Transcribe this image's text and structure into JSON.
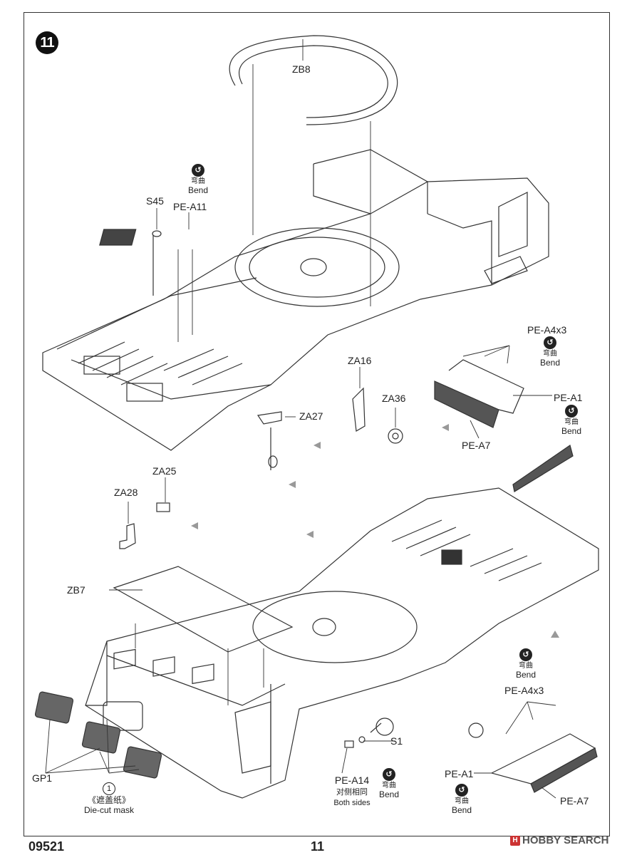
{
  "step_number": "11",
  "footer": {
    "kit_code": "09521",
    "page_number": "11"
  },
  "watermark": {
    "logo_letter": "H",
    "text": "HOBBY SEARCH"
  },
  "bend": {
    "cn": "弯曲",
    "en": "Bend",
    "icon": "bend-icon"
  },
  "labels": {
    "zb8": "ZB8",
    "s45": "S45",
    "pe_a11": "PE-A11",
    "pe_a4x3_top": "PE-A4x3",
    "pe_a1_top": "PE-A1",
    "pe_a7_top": "PE-A7",
    "za16": "ZA16",
    "za36": "ZA36",
    "za27": "ZA27",
    "za25": "ZA25",
    "za28": "ZA28",
    "zb7": "ZB7",
    "pe_a4x3_bottom": "PE-A4x3",
    "pe_a1_bottom": "PE-A1",
    "pe_a7_bottom": "PE-A7",
    "s1": "S1",
    "pe_a14": "PE-A14",
    "both_sides_cn": "对侧相同",
    "both_sides_en": "Both sides",
    "gp1": "GP1"
  },
  "mask": {
    "number": "1",
    "cn": "《遮盖纸》",
    "en": "Die-cut mask"
  }
}
